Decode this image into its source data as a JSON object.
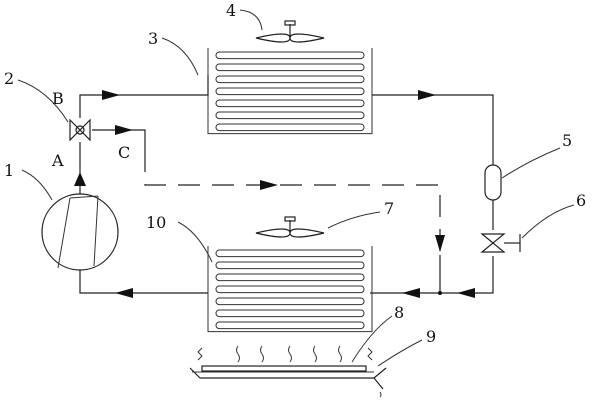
{
  "labels": {
    "n1": "1",
    "n2": "2",
    "n3": "3",
    "n4": "4",
    "n5": "5",
    "n6": "6",
    "n7": "7",
    "n8": "8",
    "n9": "9",
    "n10": "10",
    "A": "A",
    "B": "B",
    "C": "C"
  }
}
